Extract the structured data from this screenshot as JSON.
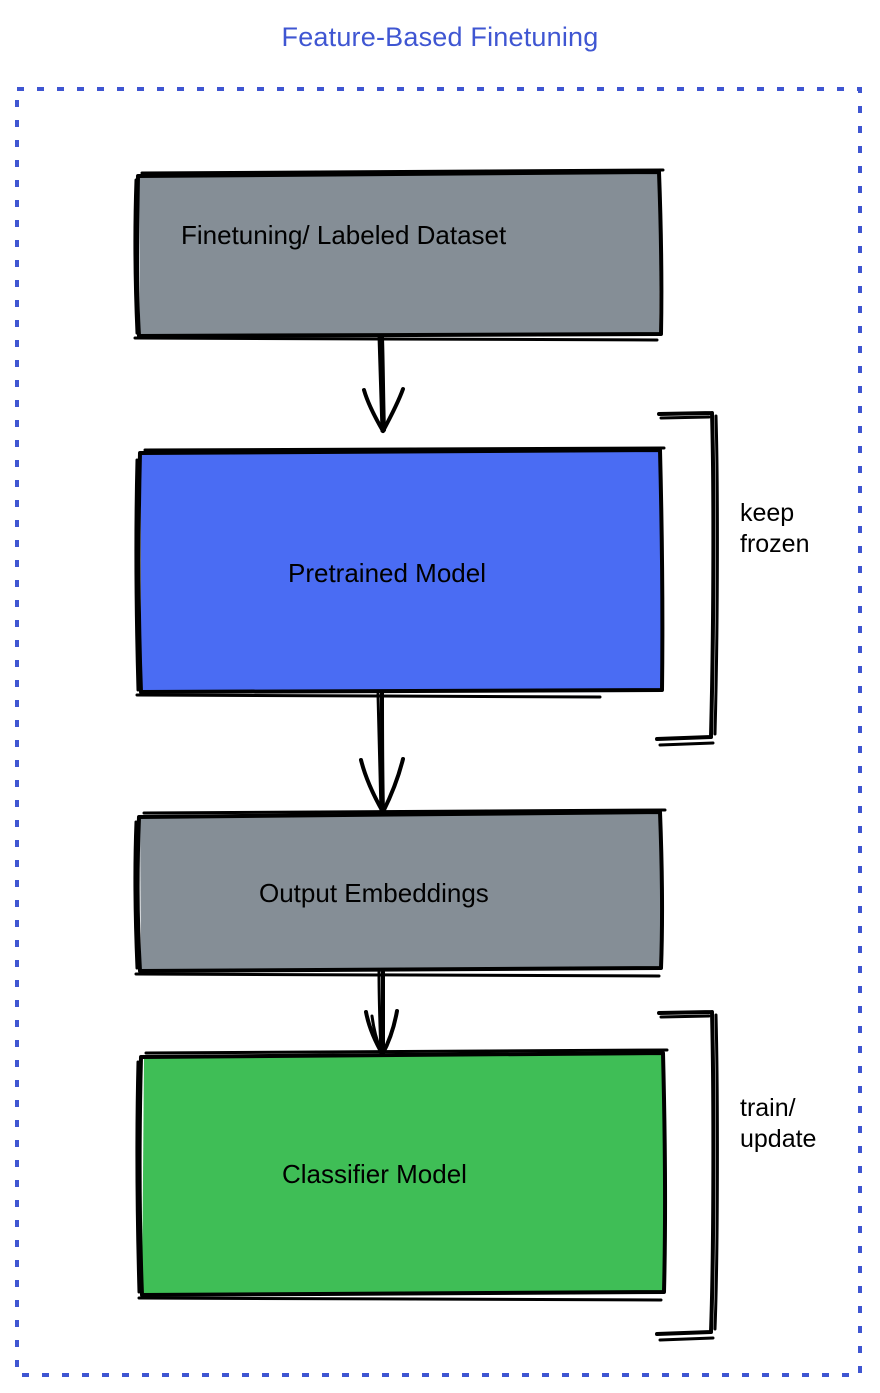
{
  "diagram": {
    "title": "Feature-Based Finetuning",
    "title_color": "#3f56d2",
    "boundary": {
      "style": "dashed",
      "color": "#3f56d2",
      "name": "outer-dashed-boundary"
    },
    "nodes": [
      {
        "id": "finetuning-dataset",
        "label": "Finetuning/ Labeled Dataset",
        "fill": "#858e96",
        "stroke": "#000000"
      },
      {
        "id": "pretrained-model",
        "label": "Pretrained Model",
        "fill": "#4a6cf3",
        "stroke": "#000000"
      },
      {
        "id": "output-embeddings",
        "label": "Output Embeddings",
        "fill": "#858e96",
        "stroke": "#000000"
      },
      {
        "id": "classifier-model",
        "label": "Classifier Model",
        "fill": "#3fbe56",
        "stroke": "#000000"
      }
    ],
    "annotations": [
      {
        "id": "keep-frozen",
        "label": "keep\nfrozen",
        "target": "pretrained-model"
      },
      {
        "id": "train-update",
        "label": "train/\nupdate",
        "target": "classifier-model"
      }
    ],
    "edges": [
      {
        "from": "finetuning-dataset",
        "to": "pretrained-model",
        "type": "arrow"
      },
      {
        "from": "pretrained-model",
        "to": "output-embeddings",
        "type": "arrow"
      },
      {
        "from": "output-embeddings",
        "to": "classifier-model",
        "type": "arrow"
      }
    ]
  }
}
